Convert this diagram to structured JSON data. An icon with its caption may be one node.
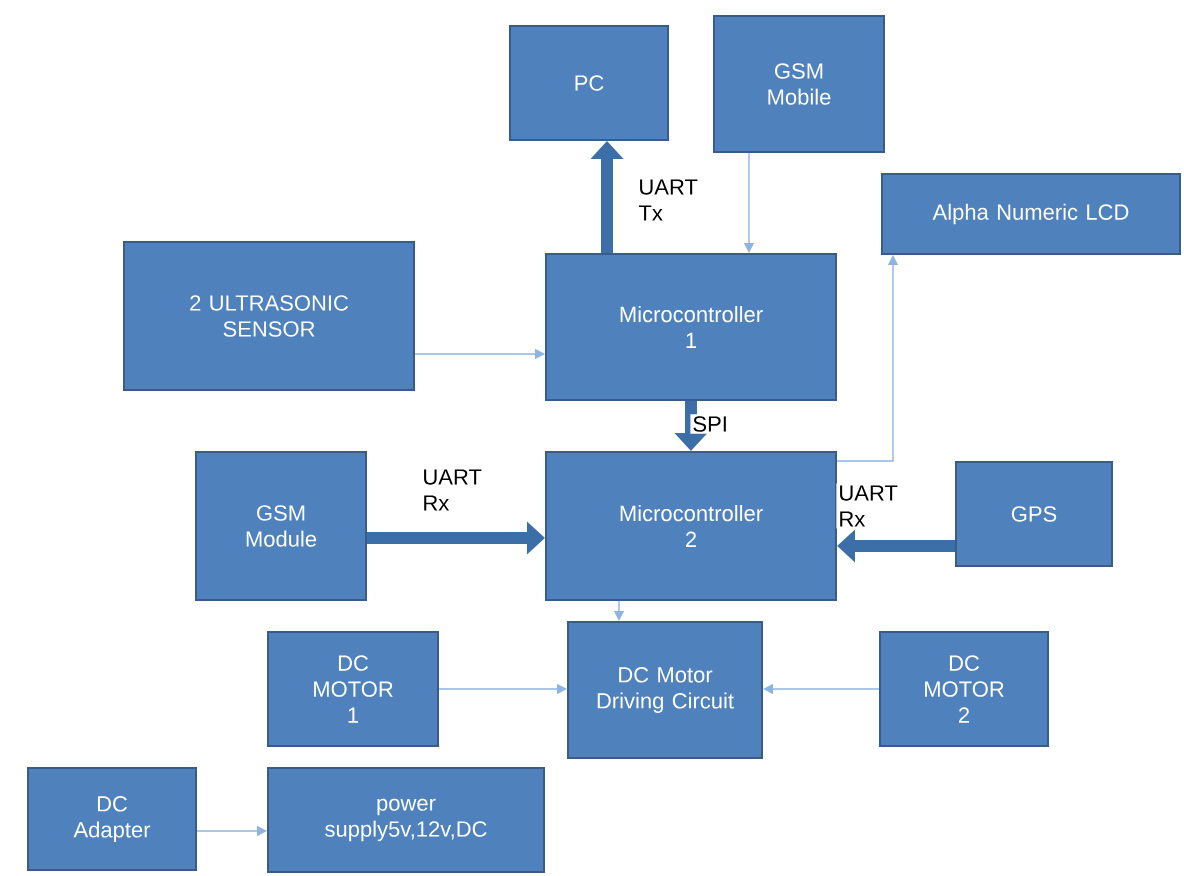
{
  "diagram": {
    "nodes": [
      {
        "text": [
          "PC"
        ]
      },
      {
        "text": [
          "GSM Mobile"
        ]
      },
      {
        "text": [
          "Alpha Numeric LCD"
        ]
      },
      {
        "text": [
          "2 ULTRASONIC SENSOR"
        ]
      },
      {
        "text": [
          "Microcontroller 1"
        ]
      },
      {
        "text": [
          "GSM Module"
        ]
      },
      {
        "text": [
          "Microcontroller 2"
        ]
      },
      {
        "text": [
          "GPS"
        ]
      },
      {
        "text": [
          "DC MOTOR 1"
        ]
      },
      {
        "text": [
          "DC Motor Driving Circuit"
        ]
      },
      {
        "text": [
          "DC MOTOR 2"
        ]
      },
      {
        "text": [
          "DC Adapter"
        ]
      },
      {
        "text": [
          "power supply5v,12v,DC"
        ]
      }
    ],
    "edges": [
      {
        "from": 4,
        "to": 0,
        "arrow": "to",
        "label": "UART Tx",
        "style": "thick",
        "color": "#3c6ea8"
      },
      {
        "from": 1,
        "to": 4,
        "arrow": "to"
      },
      {
        "from": 3,
        "to": 4,
        "arrow": "to"
      },
      {
        "from": 4,
        "to": 6,
        "arrow": "to",
        "label": "SPI",
        "style": "thick",
        "color": "#3c6ea8"
      },
      {
        "from": 6,
        "to": 2,
        "arrow": "to"
      },
      {
        "from": 5,
        "to": 6,
        "arrow": "to",
        "label": "UART Rx",
        "style": "thick",
        "color": "#3c6ea8"
      },
      {
        "from": 7,
        "to": 6,
        "arrow": "to",
        "label": "UART Rx",
        "style": "thick",
        "color": "#3c6ea8"
      },
      {
        "from": 6,
        "to": 9,
        "arrow": "to"
      },
      {
        "from": 8,
        "to": 9,
        "arrow": "to"
      },
      {
        "from": 10,
        "to": 9,
        "arrow": "to"
      },
      {
        "from": 11,
        "to": 12,
        "arrow": "to"
      }
    ]
  }
}
